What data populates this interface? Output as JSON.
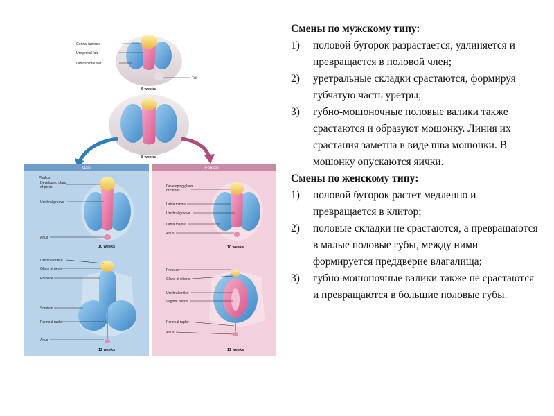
{
  "figure": {
    "stage_labels": {
      "genital_tubercle": "Genital tubercle",
      "urogenital_fold": "Urogenital fold",
      "labioscrotal_fold": "Labioscrotal fold",
      "tail": "Tail",
      "age_6": "6 weeks",
      "age_8": "8 weeks"
    },
    "male": {
      "title": "Male",
      "phallus": "Phallus:",
      "glans": "Developing glans",
      "glans2": "of penis",
      "urethral_groove": "Urethral groove",
      "anus": "Anus",
      "age_10": "10 weeks",
      "urethral_orifice": "Urethral orifice",
      "glans_penis": "Glans of penis",
      "prepuce": "Prepuce",
      "scrotum": "Scrotum",
      "perineal_raphe": "Perineal raphe",
      "anus2": "Anus",
      "age_12": "12 weeks"
    },
    "female": {
      "title": "Female",
      "glans": "Developing glans",
      "glans2": "of clitoris",
      "labia_minora": "Labia minora",
      "urethral_groove": "Urethral groove",
      "labia_majora": "Labia majora",
      "anus": "Anus",
      "age_10": "10 weeks",
      "prepuce": "Prepuce",
      "glans_clitoris": "Glans of clitoris",
      "urethral_orifice": "Urethral orifice",
      "vaginal_orifice": "Vaginal orifice",
      "perineal_raphe": "Perineal raphe",
      "anus2": "Anus",
      "age_12": "12 weeks"
    }
  },
  "text": {
    "male_heading": "Смены по мужскому типу:",
    "male_items": [
      {
        "num": "1)",
        "text": "половой бугорок разрастается, удлиняется и превращается в половой член;"
      },
      {
        "num": "2)",
        "text": "уретральные складки срастаются, формируя губчатую часть уретры;"
      },
      {
        "num": "3)",
        "text": "губно-мошоночные половые валики также срастаются и образуют мошонку. Линия их срастания заметна в виде шва мошонки. В мошонку опускаются яички."
      }
    ],
    "female_heading": "Смены по женскому типу:",
    "female_items": [
      {
        "num": "1)",
        "text": "половой бугорок растет медленно и превращается в клитор;"
      },
      {
        "num": "2)",
        "text": "половые складки не срастаются, а превращаются в малые половые губы, между ними формируется преддверие влагалища;"
      },
      {
        "num": "3)",
        "text": "губно-мошоночные валики также не срастаются и превращаются в большие половые губы."
      }
    ]
  },
  "colors": {
    "male_panel": "#b9d3ea",
    "female_panel": "#f2d0dd",
    "male_header": "#6f9cc8",
    "female_header": "#c98aa6",
    "blue_fold": "#5fa6dd",
    "pink_fold": "#e77aa6",
    "tubercle": "#f2cf6b"
  }
}
